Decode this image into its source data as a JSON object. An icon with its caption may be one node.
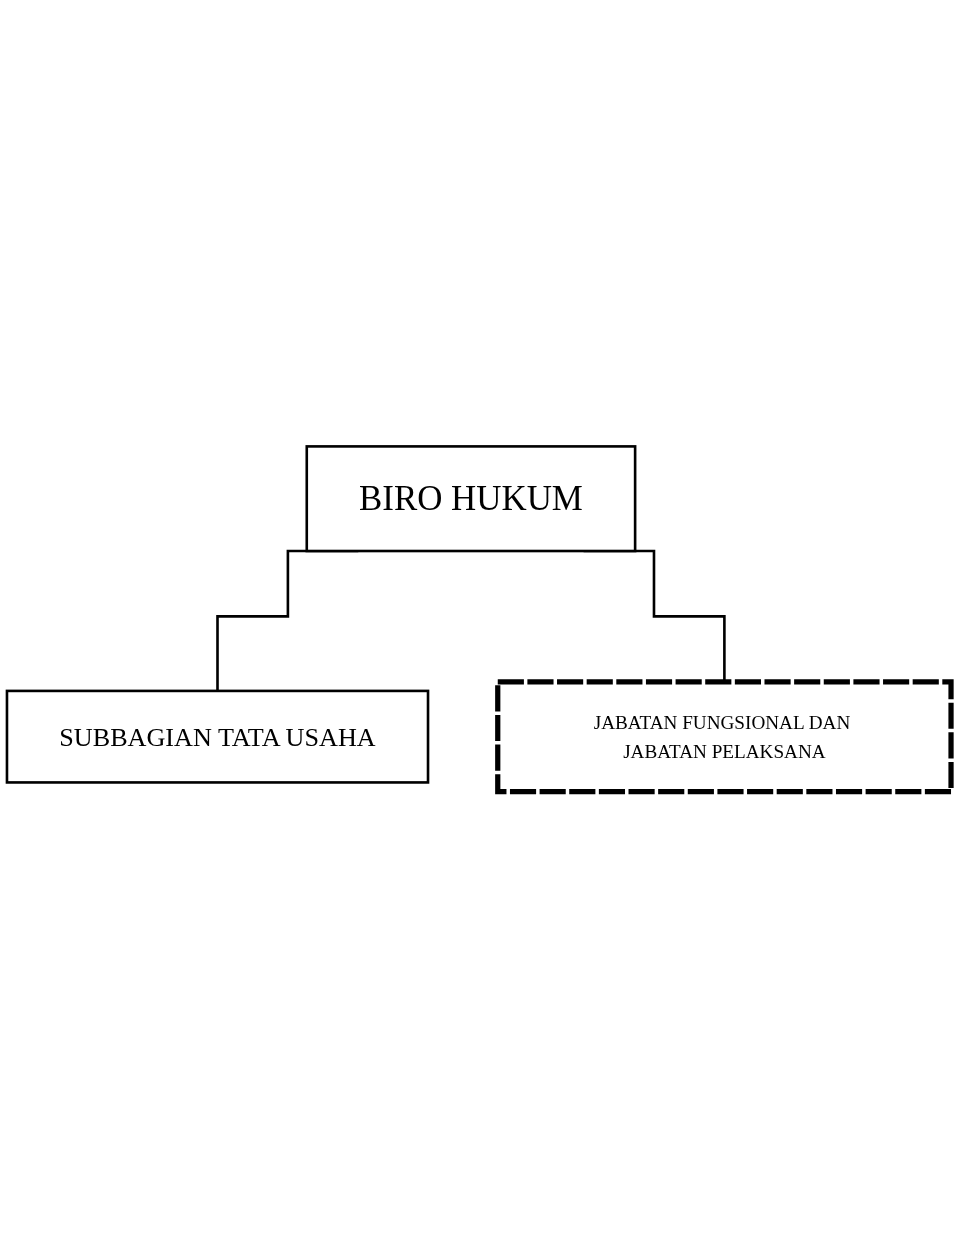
{
  "diagram": {
    "nodes": [
      {
        "text": [
          "BIRO HUKUM"
        ]
      },
      {
        "text": [
          "SUBBAGIAN TATA USAHA"
        ]
      },
      {
        "text": [
          "JABATAN FUNGSIONAL DAN JABATAN PELAKSANA"
        ]
      }
    ],
    "edges": [
      {
        "from": 0,
        "to": 1,
        "arrow": "none"
      },
      {
        "from": 0,
        "to": 2,
        "arrow": "none"
      }
    ]
  }
}
